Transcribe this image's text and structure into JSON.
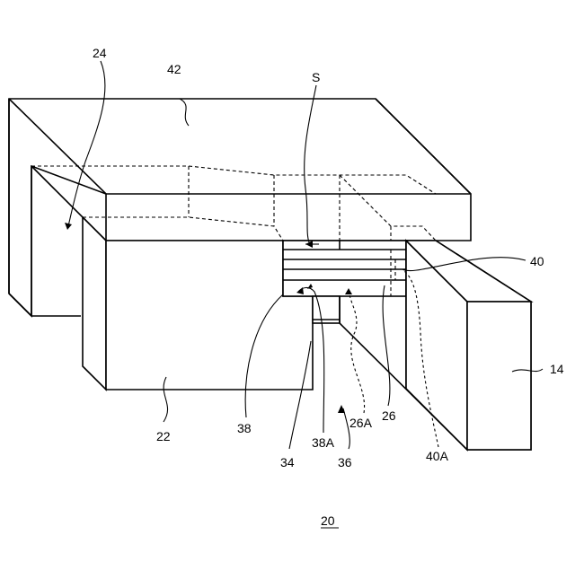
{
  "figure": {
    "labels": {
      "l24": "24",
      "l42": "42",
      "lS": "S",
      "l40": "40",
      "l14": "14",
      "l22": "22",
      "l38": "38",
      "l34": "34",
      "l38A": "38A",
      "l36": "36",
      "l26A": "26A",
      "l26": "26",
      "l40A": "40A"
    },
    "figure_number": "20"
  }
}
